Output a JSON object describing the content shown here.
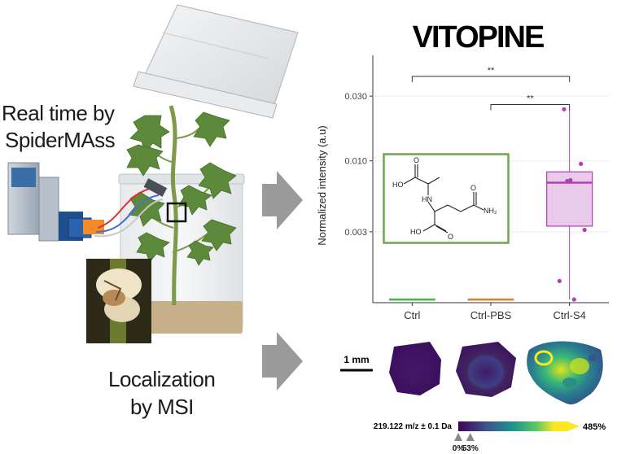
{
  "left": {
    "realtime_line1": "Real time by",
    "realtime_line2": "SpiderMAss",
    "localization_line1": "Localization",
    "localization_line2": "by MSI"
  },
  "chart_data": {
    "type": "box",
    "title": "VITOPINE",
    "ylabel": "Normalized intensity (a.u)",
    "yscale": "log",
    "ylim": [
      0.0009,
      0.06
    ],
    "yticks": [
      0.003,
      0.01,
      0.03
    ],
    "ytick_labels": [
      "0.003",
      "0.010",
      "0.030"
    ],
    "categories": [
      "Ctrl",
      "Ctrl-PBS",
      "Ctrl-S4"
    ],
    "colors": [
      "#4caf50",
      "#c88a2e",
      "#b23fb3"
    ],
    "baseline_value": 0.00095,
    "boxes": [
      {
        "q1": 0.00095,
        "median": 0.00095,
        "q3": 0.00095,
        "whisker_low": 0.00095,
        "whisker_high": 0.00095
      },
      {
        "q1": 0.00095,
        "median": 0.00095,
        "q3": 0.00095,
        "whisker_low": 0.00095,
        "whisker_high": 0.00095
      },
      {
        "q1": 0.0033,
        "median": 0.0069,
        "q3": 0.0083,
        "whisker_low": 0.00095,
        "whisker_high": 0.024
      }
    ],
    "points": [
      {
        "cat": 2,
        "value": 0.024,
        "dx": -0.12
      },
      {
        "cat": 2,
        "value": 0.0095,
        "dx": 0.25
      },
      {
        "cat": 2,
        "value": 0.0071,
        "dx": -0.05
      },
      {
        "cat": 2,
        "value": 0.0072,
        "dx": 0.02
      },
      {
        "cat": 2,
        "value": 0.0031,
        "dx": 0.33
      },
      {
        "cat": 2,
        "value": 0.0013,
        "dx": -0.22
      },
      {
        "cat": 2,
        "value": 0.00095,
        "dx": 0.1
      }
    ],
    "significance": [
      {
        "from": 0,
        "to": 2,
        "label": "**",
        "level": 0.042
      },
      {
        "from": 1,
        "to": 2,
        "label": "**",
        "level": 0.026
      }
    ]
  },
  "molecule": {
    "labels": [
      "HO",
      "O",
      "HN",
      "O",
      "NH₂",
      "HO",
      "O"
    ],
    "border_color": "#6aa84f"
  },
  "msi": {
    "scalebar_label": "1 mm",
    "mz_label": "219.122 m/z ± 0.1 Da",
    "max_label": "485%",
    "tick_labels": [
      "0%",
      "53%"
    ],
    "ticks": [
      0,
      0.11
    ]
  }
}
